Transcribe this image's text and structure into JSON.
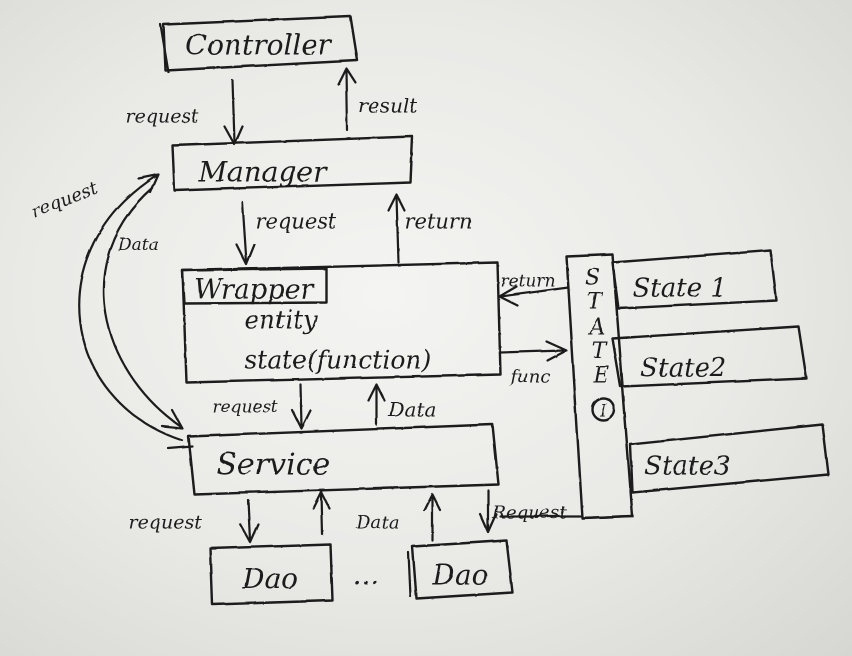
{
  "nodes": {
    "controller": "Controller",
    "manager": "Manager",
    "wrapper": "Wrapper",
    "entity": "entity",
    "state_function": "state(function)",
    "service": "Service",
    "dao_1": "Dao",
    "dao_2": "Dao",
    "ellipsis": "...",
    "state_interface": [
      "S",
      "T",
      "A",
      "T",
      "E"
    ],
    "state_interface_marker": "I",
    "state_1": "State 1",
    "state_2": "State2",
    "state_3": "State3"
  },
  "edges": {
    "controller_to_manager": "request",
    "manager_to_controller": "result",
    "manager_to_wrapper": "request",
    "wrapper_to_manager": "return",
    "service_to_manager": "request",
    "manager_to_service": "Data",
    "wrapper_to_service": "request",
    "service_to_wrapper": "Data",
    "state_to_wrapper": "return",
    "wrapper_to_state": "func",
    "service_to_dao": "request",
    "dao_to_service": "Data",
    "service_to_dao2": "Request"
  }
}
